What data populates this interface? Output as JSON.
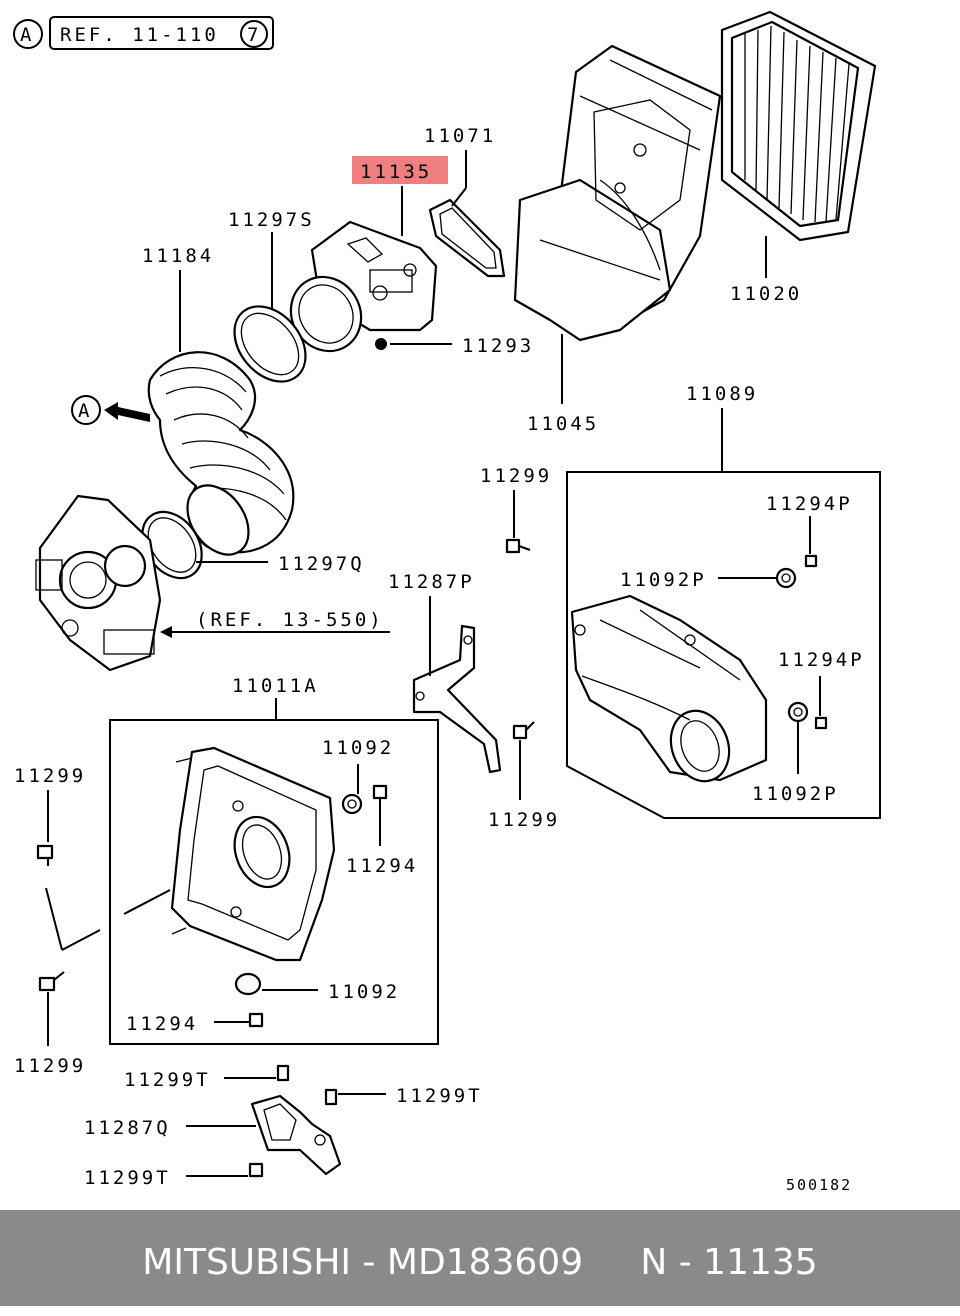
{
  "diagram": {
    "ref_callout": {
      "letter": "A",
      "text": "REF. 11-110",
      "sheet": "7"
    },
    "arrow_marker": "A",
    "highlight_color": "#f08080",
    "labels": {
      "p11071": "11071",
      "p11135": "11135",
      "p11297s": "11297S",
      "p11184": "11184",
      "p11020": "11020",
      "p11293": "11293",
      "p11045": "11045",
      "p11089": "11089",
      "p11299_a": "11299",
      "p11294p_a": "11294P",
      "p11092p_a": "11092P",
      "p11297q": "11297Q",
      "p11287p": "11287P",
      "ref13": "(REF. 13-550)",
      "p11294p_b": "11294P",
      "p11011a": "11011A",
      "p11092_a": "11092",
      "p11299_b": "11299",
      "p11299_c": "11299",
      "p11092p_b": "11092P",
      "p11294_a": "11294",
      "p11092_b": "11092",
      "p11294_b": "11294",
      "p11299_d": "11299",
      "p11299t_a": "11299T",
      "p11299t_b": "11299T",
      "p11287q": "11287Q",
      "p11299t_c": "11299T",
      "code": "500182"
    }
  },
  "footer": {
    "brand": "MITSUBISHI",
    "sep1": " - ",
    "part_number": "MD183609",
    "gap": "     ",
    "prefix": "N",
    "sep2": " - ",
    "ref_number": "11135"
  }
}
